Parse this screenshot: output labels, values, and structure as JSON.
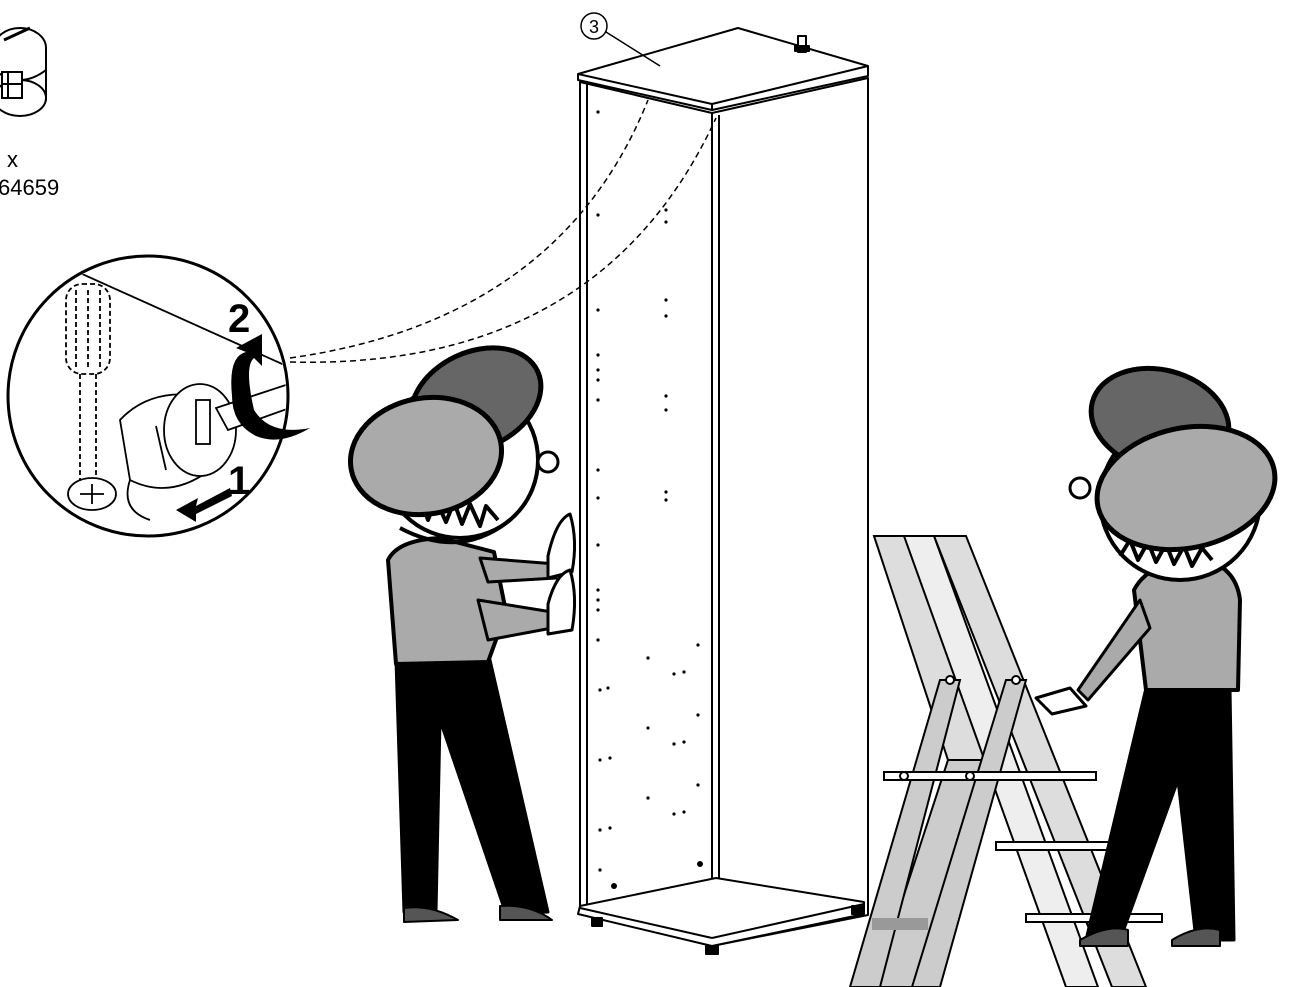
{
  "part": {
    "quantity_label": "x",
    "part_number": "64659"
  },
  "detail": {
    "step_first": "1",
    "step_second": "2"
  },
  "panel": {
    "number": "3"
  }
}
